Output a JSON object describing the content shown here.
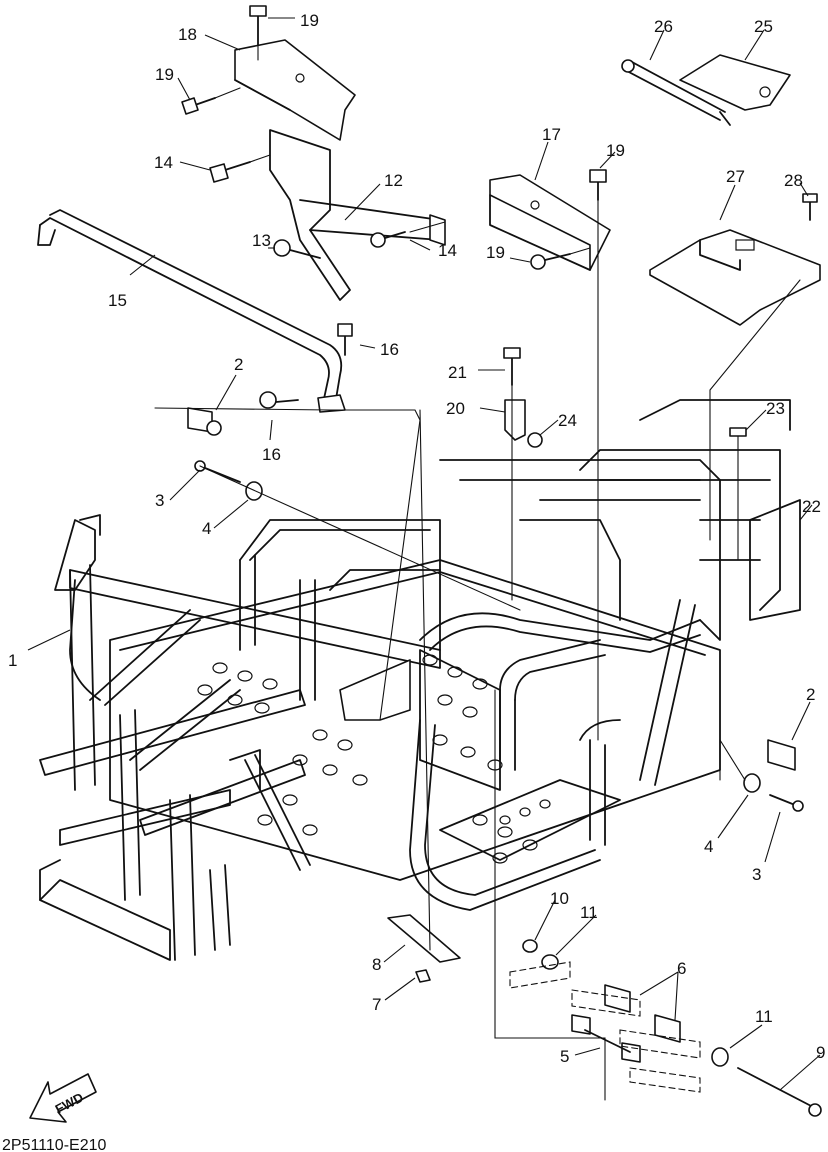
{
  "diagram_code": "2P51110-E210",
  "fwd_label": "FWD",
  "callouts": [
    {
      "id": "c1",
      "text": "1"
    },
    {
      "id": "c2a",
      "text": "2"
    },
    {
      "id": "c2b",
      "text": "2"
    },
    {
      "id": "c3a",
      "text": "3"
    },
    {
      "id": "c3b",
      "text": "3"
    },
    {
      "id": "c4a",
      "text": "4"
    },
    {
      "id": "c4b",
      "text": "4"
    },
    {
      "id": "c5",
      "text": "5"
    },
    {
      "id": "c6",
      "text": "6"
    },
    {
      "id": "c7",
      "text": "7"
    },
    {
      "id": "c8",
      "text": "8"
    },
    {
      "id": "c9",
      "text": "9"
    },
    {
      "id": "c10",
      "text": "10"
    },
    {
      "id": "c11a",
      "text": "11"
    },
    {
      "id": "c11b",
      "text": "11"
    },
    {
      "id": "c12",
      "text": "12"
    },
    {
      "id": "c13",
      "text": "13"
    },
    {
      "id": "c14a",
      "text": "14"
    },
    {
      "id": "c14b",
      "text": "14"
    },
    {
      "id": "c15",
      "text": "15"
    },
    {
      "id": "c16a",
      "text": "16"
    },
    {
      "id": "c16b",
      "text": "16"
    },
    {
      "id": "c17",
      "text": "17"
    },
    {
      "id": "c18",
      "text": "18"
    },
    {
      "id": "c19a",
      "text": "19"
    },
    {
      "id": "c19b",
      "text": "19"
    },
    {
      "id": "c19c",
      "text": "19"
    },
    {
      "id": "c19d",
      "text": "19"
    },
    {
      "id": "c20",
      "text": "20"
    },
    {
      "id": "c21",
      "text": "21"
    },
    {
      "id": "c22",
      "text": "22"
    },
    {
      "id": "c23",
      "text": "23"
    },
    {
      "id": "c24",
      "text": "24"
    },
    {
      "id": "c25",
      "text": "25"
    },
    {
      "id": "c26",
      "text": "26"
    },
    {
      "id": "c27",
      "text": "27"
    },
    {
      "id": "c28",
      "text": "28"
    }
  ]
}
